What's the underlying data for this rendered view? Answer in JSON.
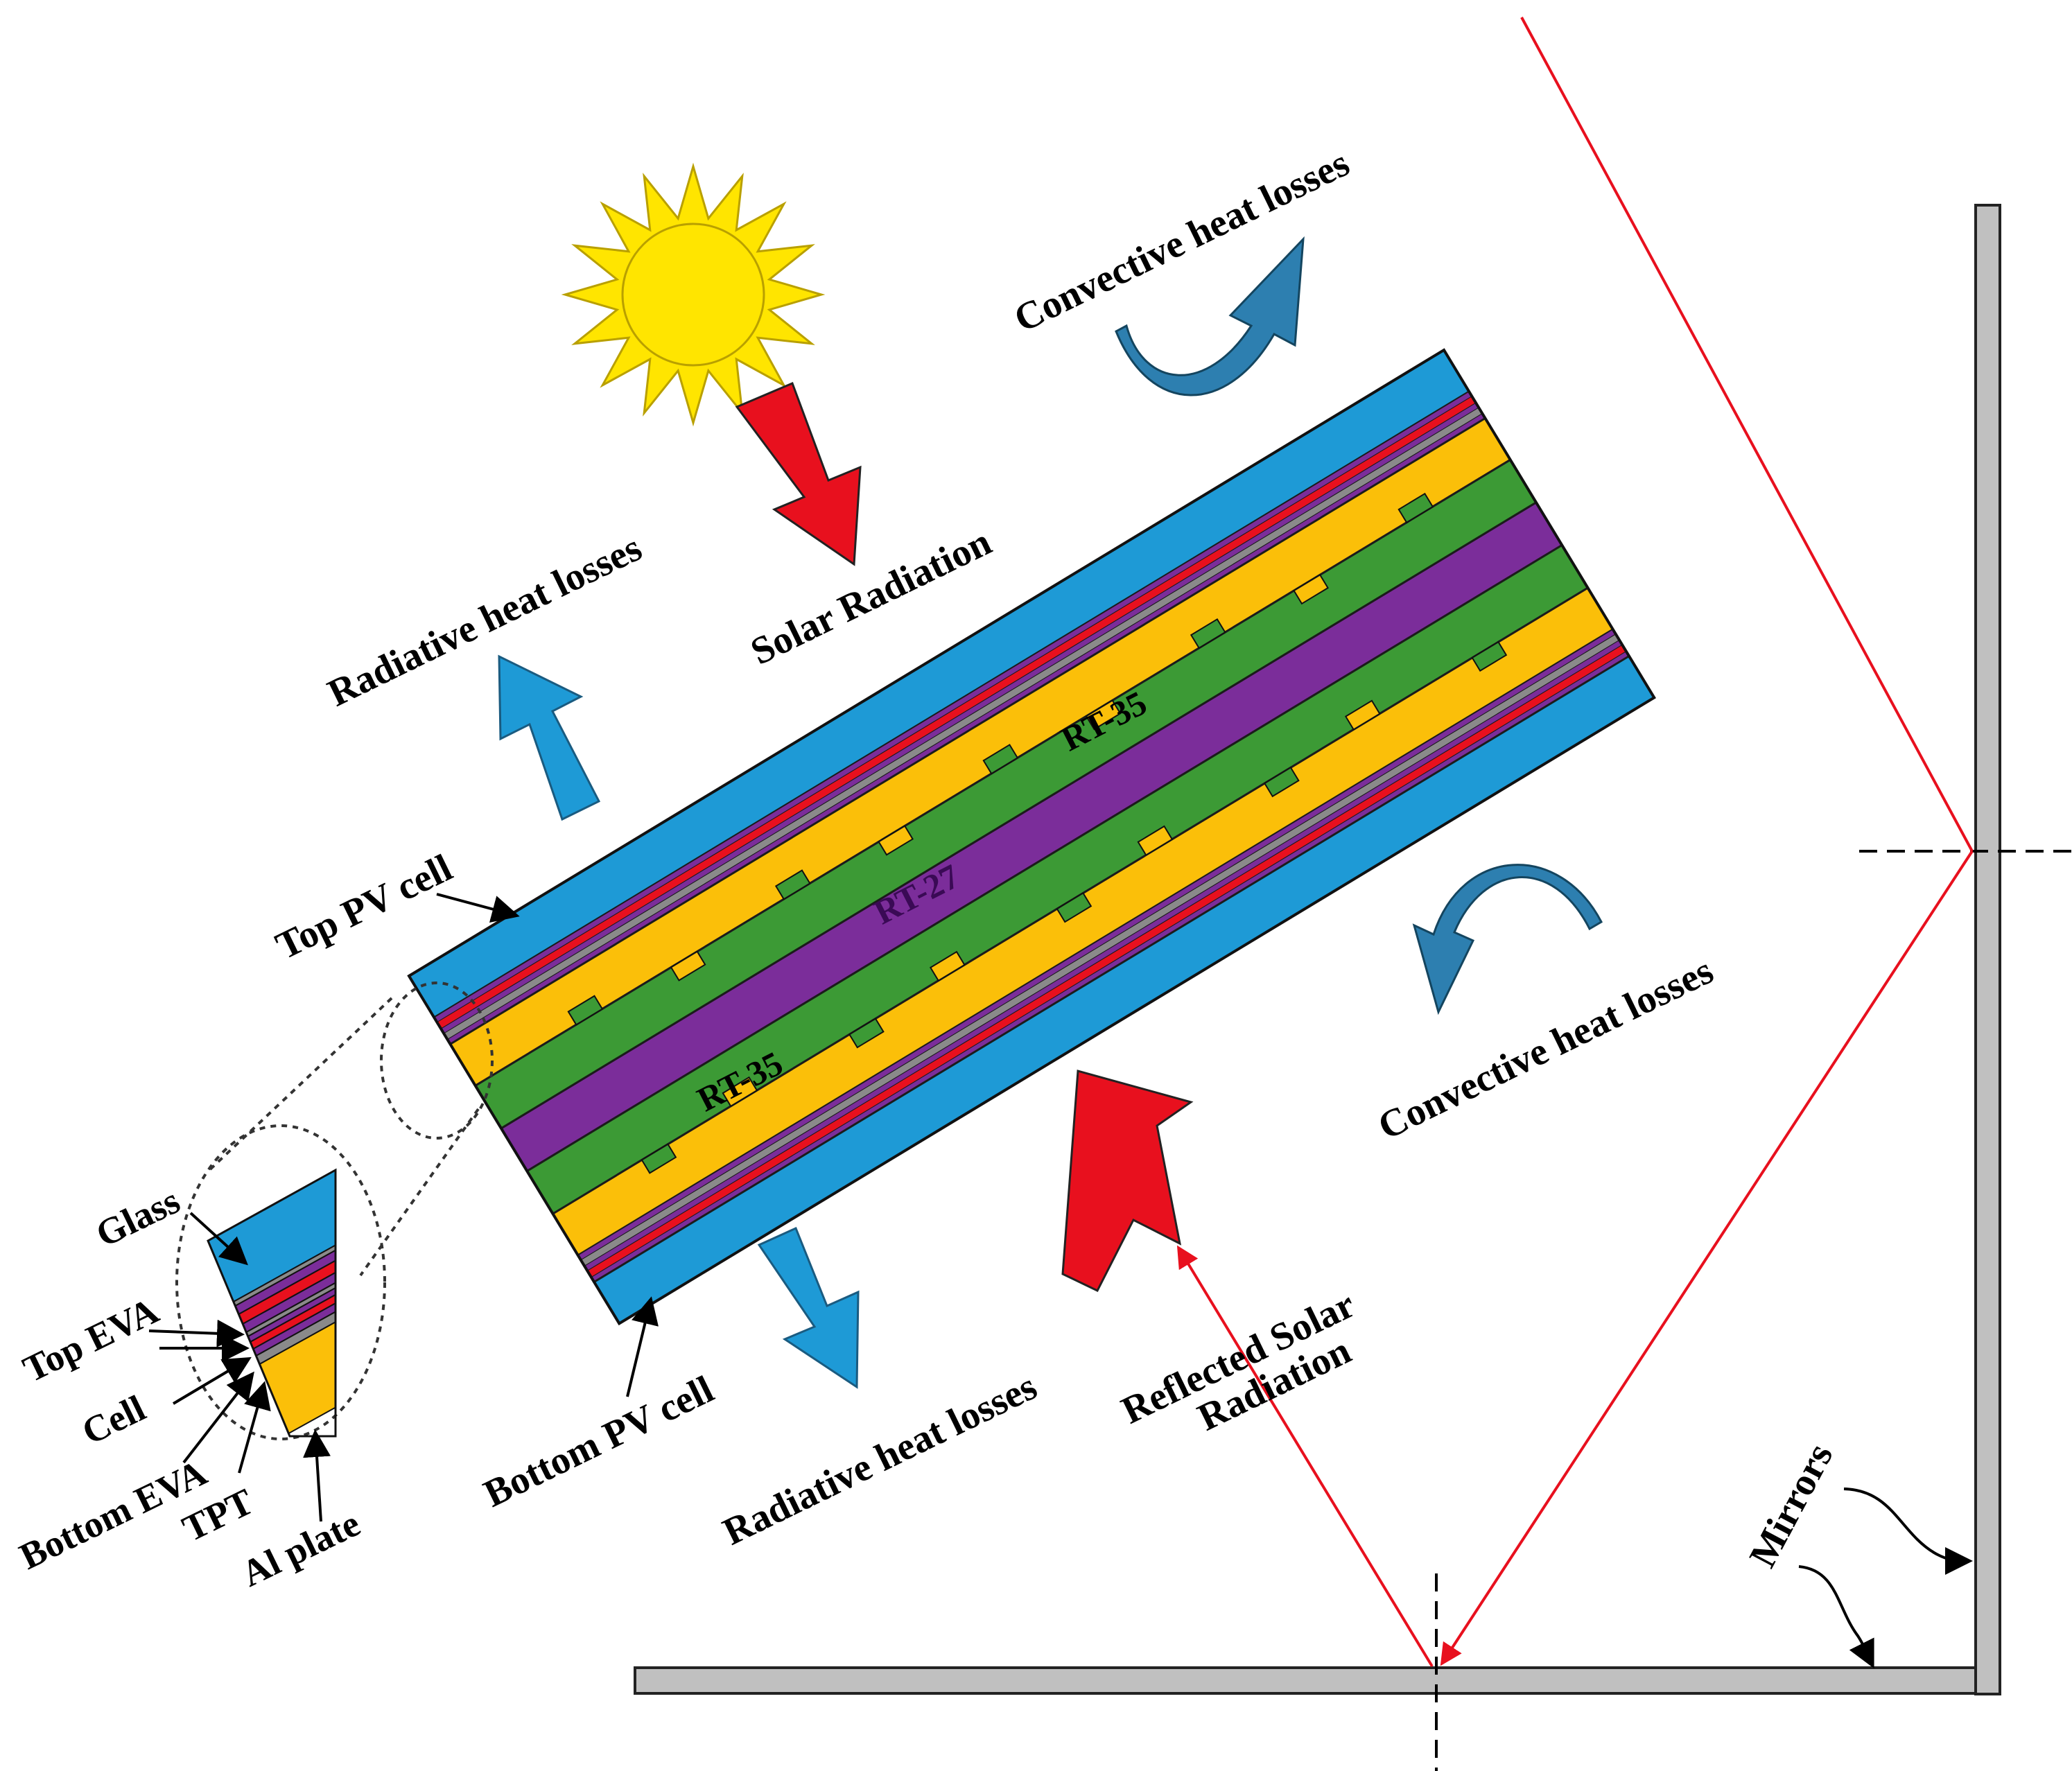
{
  "labels": {
    "solar_radiation": "Solar Radiation",
    "radiative_top": "Radiative heat losses",
    "convective_top": "Convective heat losses",
    "convective_right": "Convective heat losses",
    "radiative_bottom": "Radiative heat losses",
    "reflected_line1": "Reflected Solar",
    "reflected_line2": "Radiation",
    "top_pv_cell": "Top PV cell",
    "bottom_pv_cell": "Bottom PV cell",
    "mirrors": "Mirrors"
  },
  "pcm_labels": {
    "rt35_upper": "RT-35",
    "rt27": "RT-27",
    "rt35_lower": "RT-35"
  },
  "layer_labels": {
    "glass": "Glass",
    "top_eva": "Top EVA",
    "cell": "Cell",
    "bottom_eva": "Bottom EVA",
    "tpt": "TPT",
    "al_plate": "Al plate"
  },
  "colors": {
    "glass": "#1e9ad6",
    "eva": "#7b2d9a",
    "cell": "#e8101e",
    "tpt": "#8a8a8a",
    "al_plate": "#fbbf09",
    "rt35": "#3c9a35",
    "rt27": "#7b2d9a",
    "solar_arrow": "#e8101e",
    "loss_arrow": "#1e9ad6",
    "convective_arrow": "#2d7fb0",
    "ray": "#e8101e",
    "sun": "#ffe500",
    "mirror": "#c0c0c0"
  },
  "icons": [
    "sun-icon",
    "convective-arrow-icon",
    "radiative-arrow-icon",
    "solar-arrow-icon"
  ]
}
